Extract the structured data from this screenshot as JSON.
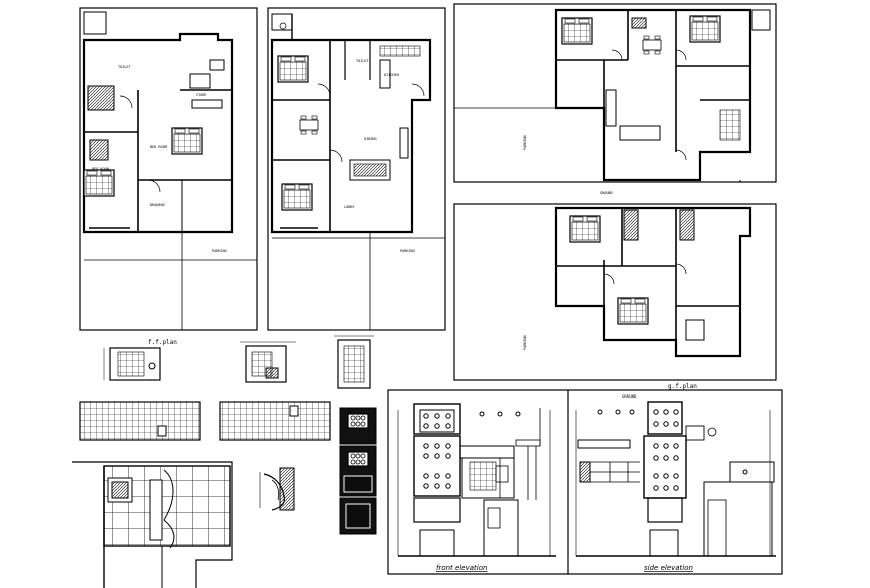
{
  "drawing_titles": {
    "ff_plan": "f.f.plan",
    "gf_plan": "g.f.plan",
    "front_elevation": "front elevation",
    "side_elevation": "side elevation"
  },
  "colors": {
    "line": "#000000",
    "background": "#ffffff",
    "furniture": "#d9d9d9"
  }
}
